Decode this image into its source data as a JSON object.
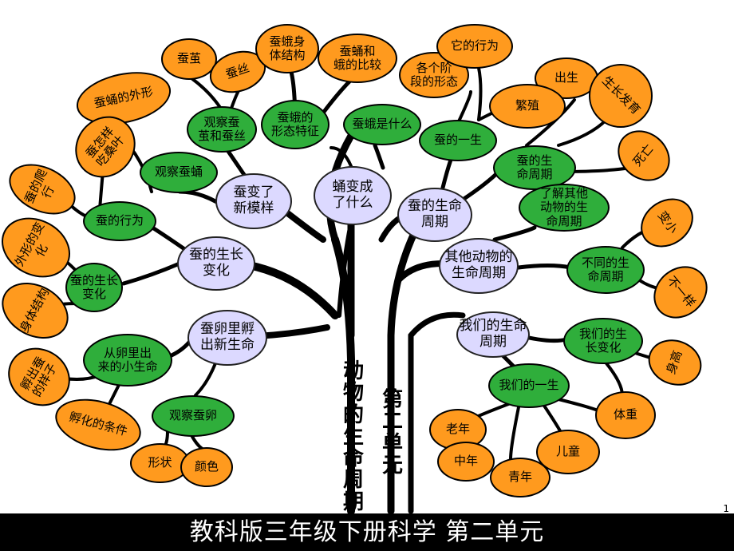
{
  "title_left": "动物的生命周期",
  "title_right": "第二单元",
  "footer": "教科版三年级下册科学 第二单元",
  "page_number": "1",
  "colors": {
    "orange": "#ff9a1e",
    "green": "#2fae3b",
    "lavender": "#dcd9ff",
    "trunk": "#000000"
  },
  "nodes": {
    "yong_xingtai": "蚕蛹的外形",
    "canjian": "蚕茧",
    "cansi": "蚕丝",
    "eshen": "蚕蛾身\n体结构",
    "yonghe_bijiao": "蚕蛹和\n蛾的比较",
    "geige_jieduan": "各个阶\n段的形态",
    "ta_xingwei": "它的行为",
    "chusheng": "出生",
    "shengzhang": "生长发育",
    "fanzhi": "繁殖",
    "siwang": "死亡",
    "pa_xing": "蚕的爬行",
    "zenyang_chi": "蚕怎样\n吃桑叶",
    "waixing_bianhua": "外形的变化",
    "shenti_jiegou": "身体结构",
    "fuchu_yangzi": "孵出蚕\n的样子",
    "fuhua_tiaojian": "孵化的条件",
    "xingzhuang": "形状",
    "yanse": "颜色",
    "bianxiao": "变小",
    "buyiyang": "不一样",
    "shengao": "身高",
    "laonian": "老年",
    "zhongnian": "中年",
    "qingnian": "青年",
    "ertong": "儿童",
    "tizhong": "体重",
    "guancha_jiansi": "观察蚕\n茧和蚕丝",
    "guancha_yong": "观察蚕蛹",
    "can_xingwei": "蚕的行为",
    "can_shengzhang_bianhua": "蚕的生长\n变化",
    "cong_luanli": "从卵里出\n来的小生命",
    "guancha_luan": "观察蚕卵",
    "e_xingtai": "蚕蛾的\n形态特征",
    "e_shi_shenme": "蚕蛾是什么",
    "can_yisheng": "蚕的一生",
    "can_shengming_zhouqi_small": "蚕的生\n命周期",
    "liaojie_qita": "了解其他\n动物的生\n命周期",
    "butong_zhouqi": "不同的生\n命周期",
    "women_bianhua": "我们的生\n长变化",
    "women_yisheng": "我们的一生",
    "l_can_bianle": "蚕变了\n新模样",
    "l_yong_bian": "蛹变成\n了什么",
    "l_can_zhouqi": "蚕的生命\n周期",
    "l_qita_zhouqi": "其他动物的\n生命周期",
    "l_women_zhouqi": "我们的生命\n周期",
    "l_can_zhang": "蚕的生长\n变化",
    "l_luanli_fu": "蚕卵里孵\n出新生命"
  }
}
